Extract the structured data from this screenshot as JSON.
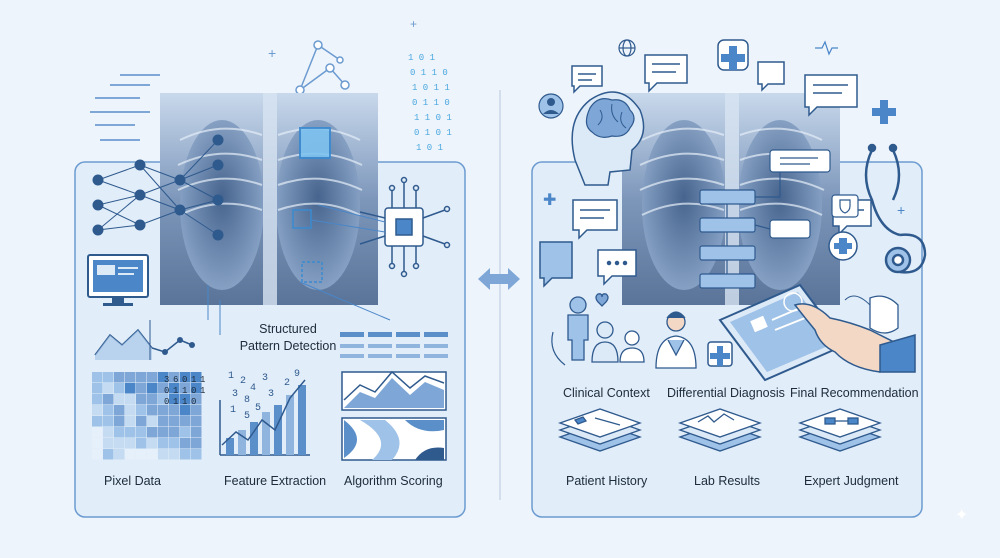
{
  "left_panel": {
    "heading": [
      "Structured",
      "Pattern Detection"
    ],
    "labels": [
      "Pixel Data",
      "Feature Extraction",
      "Algorithm Scoring"
    ]
  },
  "right_panel": {
    "top_labels": [
      "Clinical Context",
      "Differential Diagnosis",
      "Final Recommendation"
    ],
    "bottom_labels": [
      "Patient History",
      "Lab Results",
      "Expert Judgment"
    ]
  },
  "connector_icon": "double-arrow-icon",
  "digits": [
    "3",
    "6",
    "0",
    "1",
    "1",
    "0",
    "1",
    "1",
    "0",
    "1",
    "0",
    "1",
    "1",
    "0"
  ],
  "scattered_digits": [
    "1",
    "2",
    "4",
    "3",
    "3",
    "8",
    "3",
    "5",
    "9",
    "2",
    "1",
    "5"
  ],
  "colors": {
    "accent": "#4a86c8",
    "panel": "#e3eef9",
    "stroke": "#5b8fca",
    "dark": "#1d2b3a"
  }
}
